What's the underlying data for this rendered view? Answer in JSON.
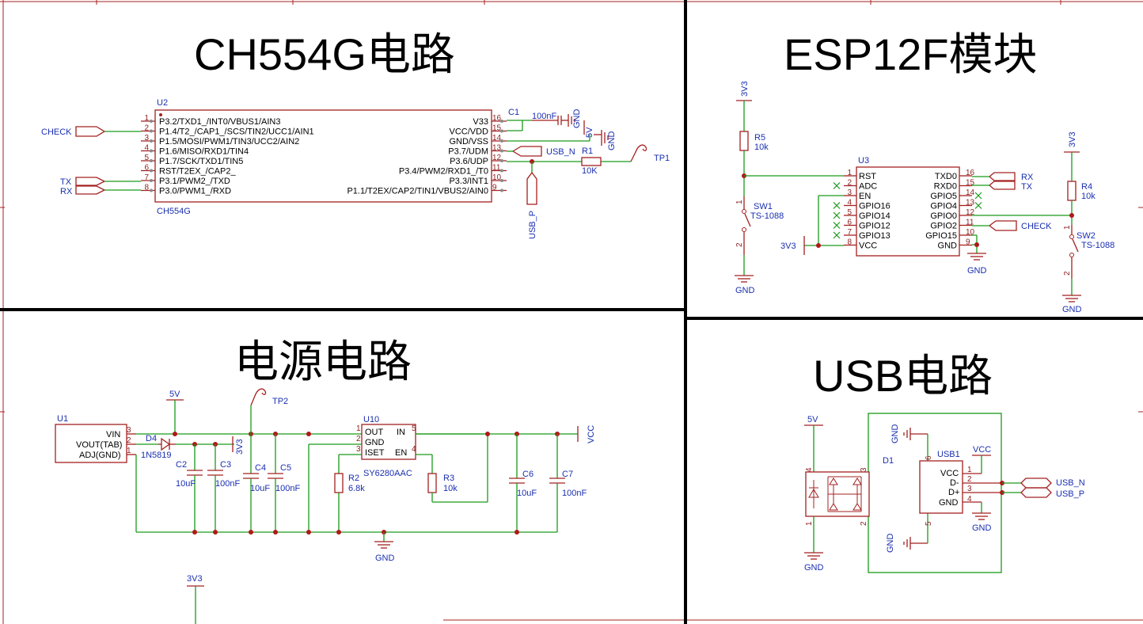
{
  "titles": {
    "ch554": "CH554G电路",
    "esp": "ESP12F模块",
    "power": "电源电路",
    "usb": "USB电路"
  },
  "u2": {
    "ref": "U2",
    "part": "CH554G",
    "left_pins": [
      {
        "num": "1",
        "name": "P3.2/TXD1_/INT0/VBUS1/AIN3"
      },
      {
        "num": "2",
        "name": "P1.4/T2_/CAP1_/SCS/TIN2/UCC1/AIN1"
      },
      {
        "num": "3",
        "name": "P1.5/MOSI/PWM1/TIN3/UCC2/AIN2"
      },
      {
        "num": "4",
        "name": "P1.6/MISO/RXD1/TIN4"
      },
      {
        "num": "5",
        "name": "P1.7/SCK/TXD1/TIN5"
      },
      {
        "num": "6",
        "name": "RST/T2EX_/CAP2_"
      },
      {
        "num": "7",
        "name": "P3.1/PWM2_/TXD"
      },
      {
        "num": "8",
        "name": "P3.0/PWM1_/RXD"
      }
    ],
    "right_pins": [
      {
        "num": "16",
        "name": "V33"
      },
      {
        "num": "15",
        "name": "VCC/VDD"
      },
      {
        "num": "14",
        "name": "GND/VSS"
      },
      {
        "num": "13",
        "name": "P3.7/UDM"
      },
      {
        "num": "12",
        "name": "P3.6/UDP"
      },
      {
        "num": "11",
        "name": "P3.4/PWM2/RXD1_/T0"
      },
      {
        "num": "10",
        "name": "P3.3/INT1"
      },
      {
        "num": "9",
        "name": "P1.1/T2EX/CAP2/TIN1/VBUS2/AIN0"
      }
    ],
    "nets": {
      "check": "CHECK",
      "tx": "TX",
      "rx": "RX",
      "usb_n": "USB_N",
      "usb_p": "USB_P",
      "gnd1": "GND",
      "gnd2": "GND",
      "v5": "5V"
    },
    "c1": {
      "ref": "C1",
      "value": "100nF"
    },
    "r1": {
      "ref": "R1",
      "value": "10K"
    },
    "tp1": "TP1"
  },
  "u3": {
    "ref": "U3",
    "left_pins": [
      {
        "num": "1",
        "name": "RST"
      },
      {
        "num": "2",
        "name": "ADC"
      },
      {
        "num": "3",
        "name": "EN"
      },
      {
        "num": "4",
        "name": "GPIO16"
      },
      {
        "num": "5",
        "name": "GPIO14"
      },
      {
        "num": "6",
        "name": "GPIO12"
      },
      {
        "num": "7",
        "name": "GPIO13"
      },
      {
        "num": "8",
        "name": "VCC"
      }
    ],
    "right_pins": [
      {
        "num": "16",
        "name": "TXD0"
      },
      {
        "num": "15",
        "name": "RXD0"
      },
      {
        "num": "14",
        "name": "GPIO5"
      },
      {
        "num": "13",
        "name": "GPIO4"
      },
      {
        "num": "12",
        "name": "GPIO0"
      },
      {
        "num": "11",
        "name": "GPIO2"
      },
      {
        "num": "10",
        "name": "GPIO15"
      },
      {
        "num": "9",
        "name": "GND"
      }
    ],
    "nets": {
      "v33_top": "3V3",
      "v33_left": "3V3",
      "v33_right": "3V3",
      "rx": "RX",
      "tx": "TX",
      "check": "CHECK",
      "gnd_sw1": "GND",
      "gnd_u3": "GND",
      "gnd_sw2": "GND"
    },
    "r5": {
      "ref": "R5",
      "value": "10k"
    },
    "r4": {
      "ref": "R4",
      "value": "10k"
    },
    "sw1": {
      "ref": "SW1",
      "value": "TS-1088",
      "p1": "1",
      "p2": "2"
    },
    "sw2": {
      "ref": "SW2",
      "value": "TS-1088",
      "p1": "1",
      "p2": "2"
    }
  },
  "power": {
    "u1": {
      "ref": "U1",
      "pins": [
        {
          "num": "3",
          "name": "VIN"
        },
        {
          "num": "2",
          "name": "VOUT(TAB)"
        },
        {
          "num": "1",
          "name": "ADJ(GND)"
        }
      ]
    },
    "d4": {
      "ref": "D4",
      "value": "1N5819"
    },
    "c2": {
      "ref": "C2",
      "value": "10uF"
    },
    "c3": {
      "ref": "C3",
      "value": "100nF"
    },
    "c4": {
      "ref": "C4",
      "value": "10uF"
    },
    "c5": {
      "ref": "C5",
      "value": "100nF"
    },
    "u10": {
      "ref": "U10",
      "part": "SY6280AAC",
      "left": [
        {
          "num": "1",
          "name": "OUT"
        },
        {
          "num": "2",
          "name": "GND"
        },
        {
          "num": "3",
          "name": "ISET"
        }
      ],
      "right": [
        {
          "num": "5",
          "name": "IN"
        },
        {
          "num": "4",
          "name": "EN"
        }
      ]
    },
    "r2": {
      "ref": "R2",
      "value": "6.8k"
    },
    "r3": {
      "ref": "R3",
      "value": "10k"
    },
    "c6": {
      "ref": "C6",
      "value": "10uF"
    },
    "c7": {
      "ref": "C7",
      "value": "100nF"
    },
    "nets": {
      "v5": "5V",
      "v33": "3V3",
      "vcc": "VCC",
      "gnd": "GND",
      "v33_bottom": "3V3"
    },
    "tp2": "TP2"
  },
  "usb": {
    "d1": {
      "ref": "D1",
      "pins": [
        "4",
        "3",
        "1",
        "2"
      ]
    },
    "usb1": {
      "ref": "USB1",
      "pins": [
        {
          "num": "1",
          "name": "VCC"
        },
        {
          "num": "2",
          "name": "D-"
        },
        {
          "num": "3",
          "name": "D+"
        },
        {
          "num": "4",
          "name": "GND"
        }
      ],
      "shield": [
        "6",
        "5"
      ]
    },
    "nets": {
      "v5": "5V",
      "vcc": "VCC",
      "gnd_top": "GND",
      "gnd_bottom": "GND",
      "gnd_d1": "GND",
      "gnd_usb": "GND",
      "usb_n": "USB_N",
      "usb_p": "USB_P"
    }
  },
  "colors": {
    "wire": "#1a9a1a",
    "symbol": "#a52020",
    "label": "#1a2fb0",
    "divider": "#000000"
  }
}
